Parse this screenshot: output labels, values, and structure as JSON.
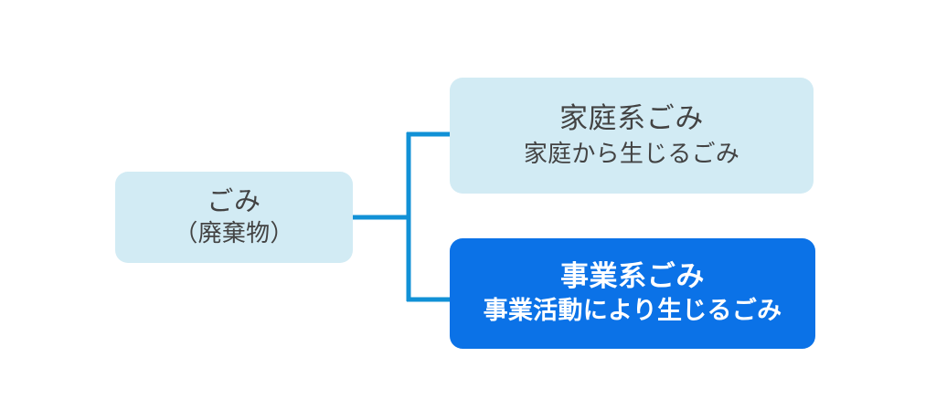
{
  "diagram": {
    "type": "tree-bracket",
    "background_color": "#ffffff",
    "connector_color": "#1191d6",
    "nodes": {
      "root": {
        "title": "ごみ",
        "subtitle": "（廃棄物）",
        "fill_color": "#d2ebf4",
        "text_color": "#434343"
      },
      "household": {
        "title": "家庭系ごみ",
        "subtitle": "家庭から生じるごみ",
        "fill_color": "#d2ebf4",
        "text_color": "#434343"
      },
      "business": {
        "title": "事業系ごみ",
        "subtitle": "事業活動により生じるごみ",
        "fill_color": "#0b72e7",
        "text_color": "#ffffff"
      }
    }
  }
}
